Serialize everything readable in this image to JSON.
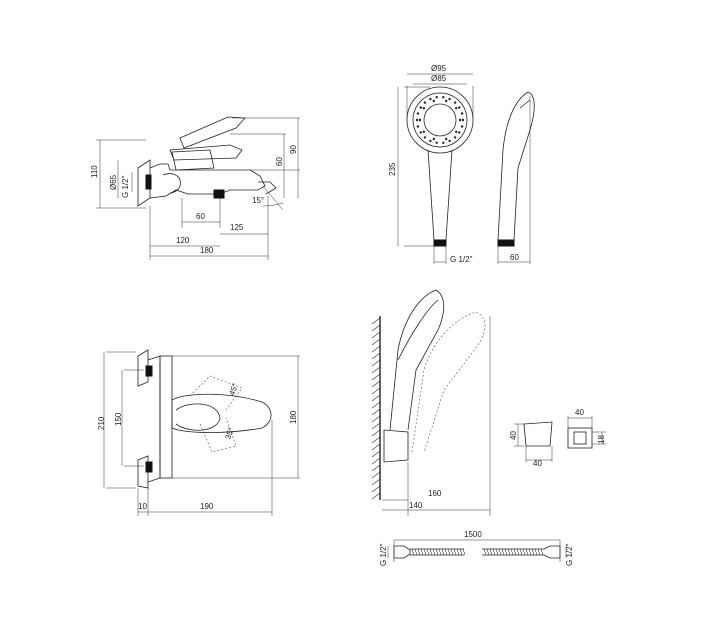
{
  "views": {
    "side_view": {
      "dims": {
        "h110": "110",
        "d65": "Ø65",
        "g_half": "G 1/2\"",
        "w60": "60",
        "w125": "125",
        "w120": "120",
        "w180": "180",
        "h60": "60",
        "h90": "90",
        "angle15": "15°"
      }
    },
    "shower_front": {
      "dims": {
        "d95": "Ø95",
        "d85": "Ø85",
        "h235": "235",
        "g_half": "G 1/2\""
      }
    },
    "shower_side": {
      "dims": {
        "w60": "60"
      }
    },
    "front_view": {
      "dims": {
        "h210": "210",
        "h150": "150",
        "h180": "180",
        "w10": "10",
        "w190": "190",
        "angle45": "45°",
        "angle35": "35°"
      }
    },
    "holder_view": {
      "dims": {
        "w160": "160",
        "w140": "140"
      }
    },
    "bracket": {
      "dims": {
        "h40": "40",
        "w40": "40",
        "w40_top": "40",
        "h18": "18"
      }
    },
    "hose": {
      "dims": {
        "len1500": "1500",
        "g_left": "G 1/2\"",
        "g_right": "G 1/2\""
      }
    }
  }
}
